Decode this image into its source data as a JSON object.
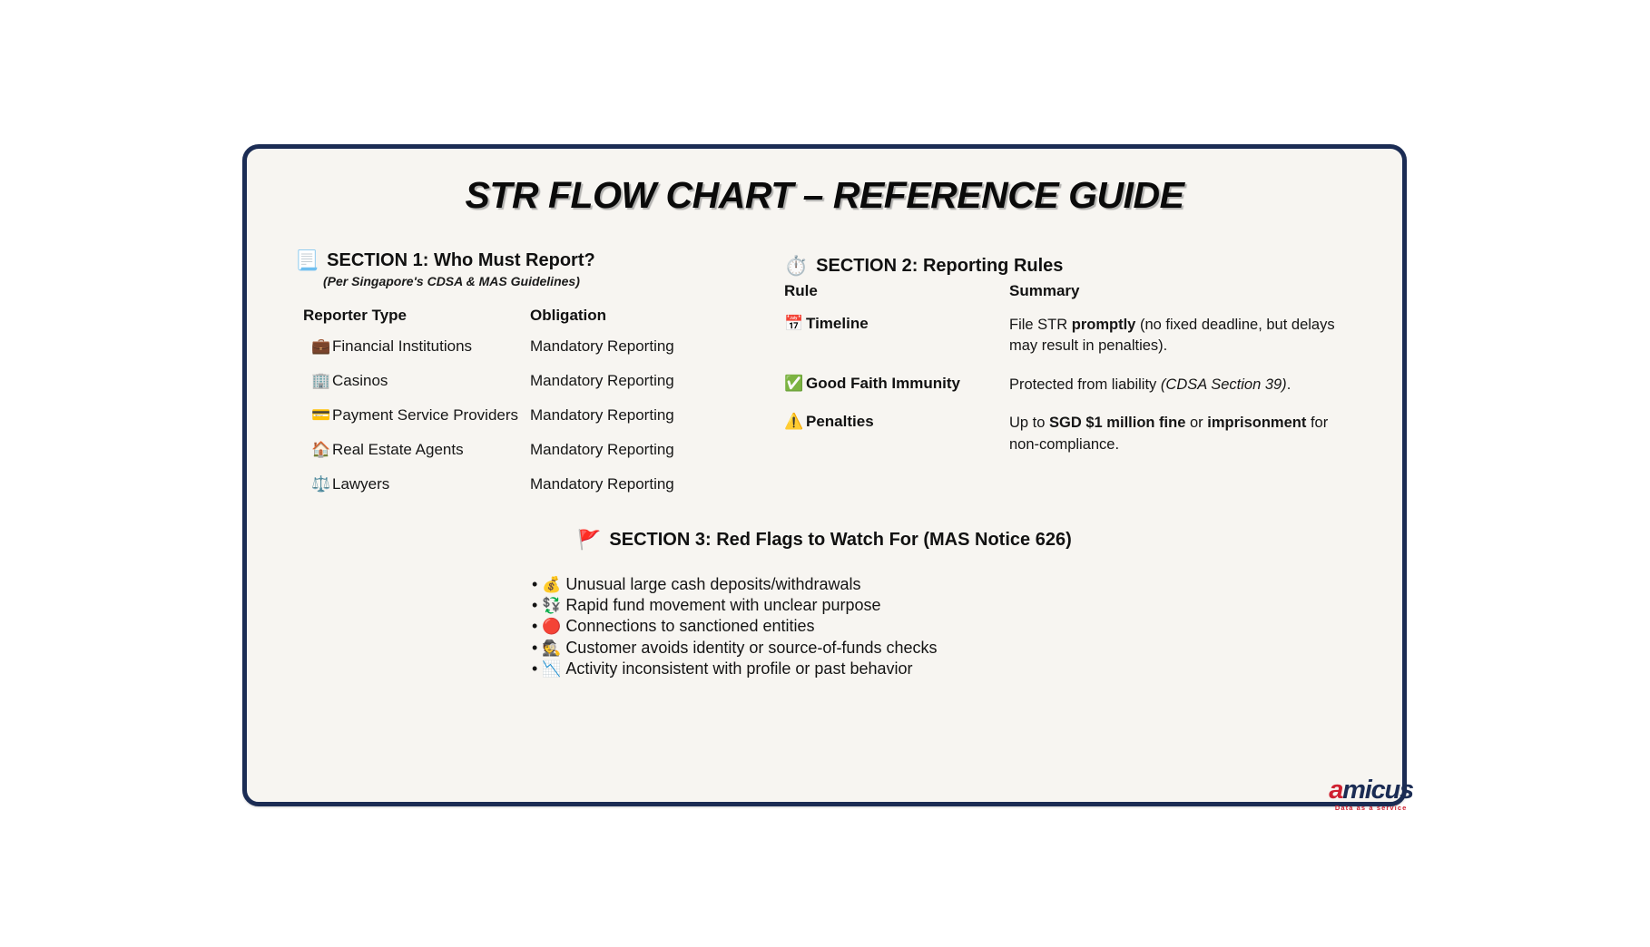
{
  "colors": {
    "page_background": "#ffffff",
    "card_background": "#f7f5f1",
    "card_border": "#1b2c54",
    "text": "#111111",
    "brand_navy": "#1b2c54",
    "brand_red": "#cf2030"
  },
  "title": "STR FLOW CHART – REFERENCE GUIDE",
  "section1": {
    "icon": "page-scroll-icon",
    "icon_glyph": "📃",
    "heading": "SECTION 1: Who Must Report?",
    "subtitle": "(Per Singapore's CDSA & MAS Guidelines)",
    "columns": [
      "Reporter Type",
      "Obligation"
    ],
    "rows": [
      {
        "icon_glyph": "💼",
        "icon_name": "briefcase-icon",
        "reporter": "Financial Institutions",
        "obligation": "Mandatory Reporting"
      },
      {
        "icon_glyph": "🏢",
        "icon_name": "office-building-icon",
        "reporter": "Casinos",
        "obligation": "Mandatory Reporting"
      },
      {
        "icon_glyph": "💳",
        "icon_name": "credit-card-icon",
        "reporter": "Payment Service Providers",
        "obligation": "Mandatory Reporting"
      },
      {
        "icon_glyph": "🏠",
        "icon_name": "house-icon",
        "reporter": "Real Estate Agents",
        "obligation": "Mandatory Reporting"
      },
      {
        "icon_glyph": "⚖️",
        "icon_name": "scales-of-justice-icon",
        "reporter": "Lawyers",
        "obligation": "Mandatory Reporting"
      }
    ]
  },
  "section2": {
    "icon": "stopwatch-icon",
    "icon_glyph": "⏱️",
    "heading": "SECTION 2: Reporting Rules",
    "columns": [
      "Rule",
      "Summary"
    ],
    "rows": [
      {
        "icon_glyph": "📅",
        "icon_name": "calendar-icon",
        "rule": "Timeline",
        "summary_parts": [
          {
            "text": "File STR ",
            "style": "normal"
          },
          {
            "text": "promptly",
            "style": "bold"
          },
          {
            "text": " (no fixed deadline, but delays may result in penalties).",
            "style": "normal"
          }
        ],
        "summary_plain": "File STR promptly (no fixed deadline, but delays may result in penalties)."
      },
      {
        "icon_glyph": "✅",
        "icon_name": "green-check-icon",
        "rule": "Good Faith Immunity",
        "summary_parts": [
          {
            "text": "Protected from liability ",
            "style": "normal"
          },
          {
            "text": "(CDSA Section 39)",
            "style": "italic"
          },
          {
            "text": ".",
            "style": "normal"
          }
        ],
        "summary_plain": "Protected from liability (CDSA Section 39)."
      },
      {
        "icon_glyph": "⚠️",
        "icon_name": "warning-icon",
        "rule": "Penalties",
        "summary_parts": [
          {
            "text": "Up to ",
            "style": "normal"
          },
          {
            "text": "SGD $1 million fine",
            "style": "bold"
          },
          {
            "text": " or ",
            "style": "normal"
          },
          {
            "text": "imprisonment",
            "style": "bold"
          },
          {
            "text": " for non-compliance.",
            "style": "normal"
          }
        ],
        "summary_plain": "Up to SGD $1 million fine or imprisonment for non-compliance."
      }
    ]
  },
  "section3": {
    "icon": "red-flag-icon",
    "icon_glyph": "🚩",
    "heading": "SECTION 3: Red Flags to Watch For (MAS Notice 626)",
    "bullet_char": "•",
    "items": [
      {
        "icon_glyph": "💰",
        "icon_name": "money-bag-icon",
        "text": "Unusual large cash deposits/withdrawals"
      },
      {
        "icon_glyph": "💱",
        "icon_name": "currency-exchange-icon",
        "text": "Rapid fund movement with unclear purpose"
      },
      {
        "icon_glyph": "🔴",
        "icon_name": "red-circle-icon",
        "text": "Connections to sanctioned entities"
      },
      {
        "icon_glyph": "🕵️",
        "icon_name": "detective-icon",
        "text": "Customer avoids identity or source-of-funds checks"
      },
      {
        "icon_glyph": "📉",
        "icon_name": "chart-decreasing-icon",
        "text": "Activity inconsistent with profile or past behavior"
      }
    ]
  },
  "logo": {
    "first_letter": "a",
    "rest": "micus",
    "tagline": "Data as a service"
  }
}
